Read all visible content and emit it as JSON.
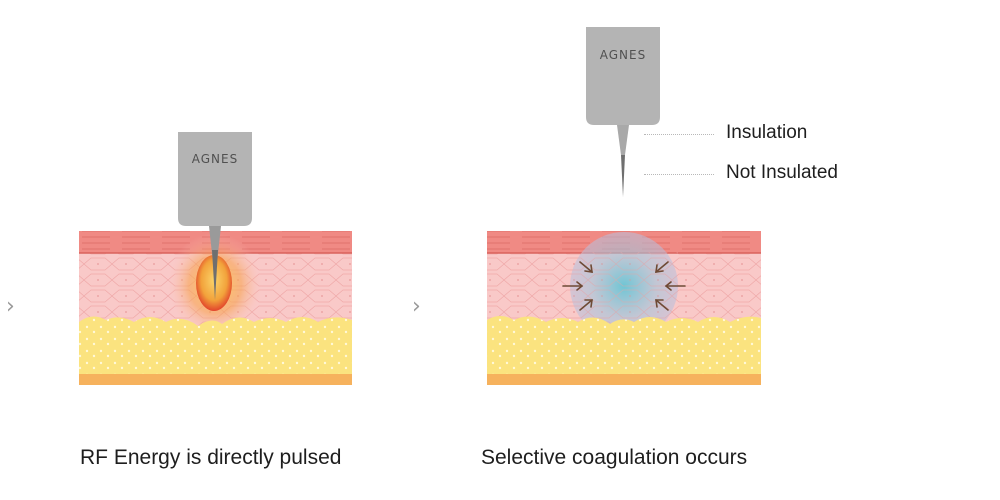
{
  "panels": [
    {
      "id": "rf-energy",
      "caption": "RF Energy is directly pulsed",
      "device_brand": "AGNES",
      "effect": "heat"
    },
    {
      "id": "coagulation",
      "caption": "Selective coagulation occurs",
      "device_brand": "AGNES",
      "effect": "coagulation",
      "callouts": [
        "Insulation",
        "Not Insulated"
      ]
    }
  ],
  "nav": {
    "separator_icon": "chevron-right-icon",
    "glyph": "›"
  },
  "colors": {
    "epidermis": "#f08a84",
    "dermis": "#f9c9c8",
    "fat": "#fbe37f",
    "base": "#f6b25d",
    "device": "#b4b4b4",
    "heat_core": "#f3a43a",
    "heat_rim": "#e2442c",
    "coag": "#7fc9d8",
    "arrow": "#6e4a35"
  }
}
